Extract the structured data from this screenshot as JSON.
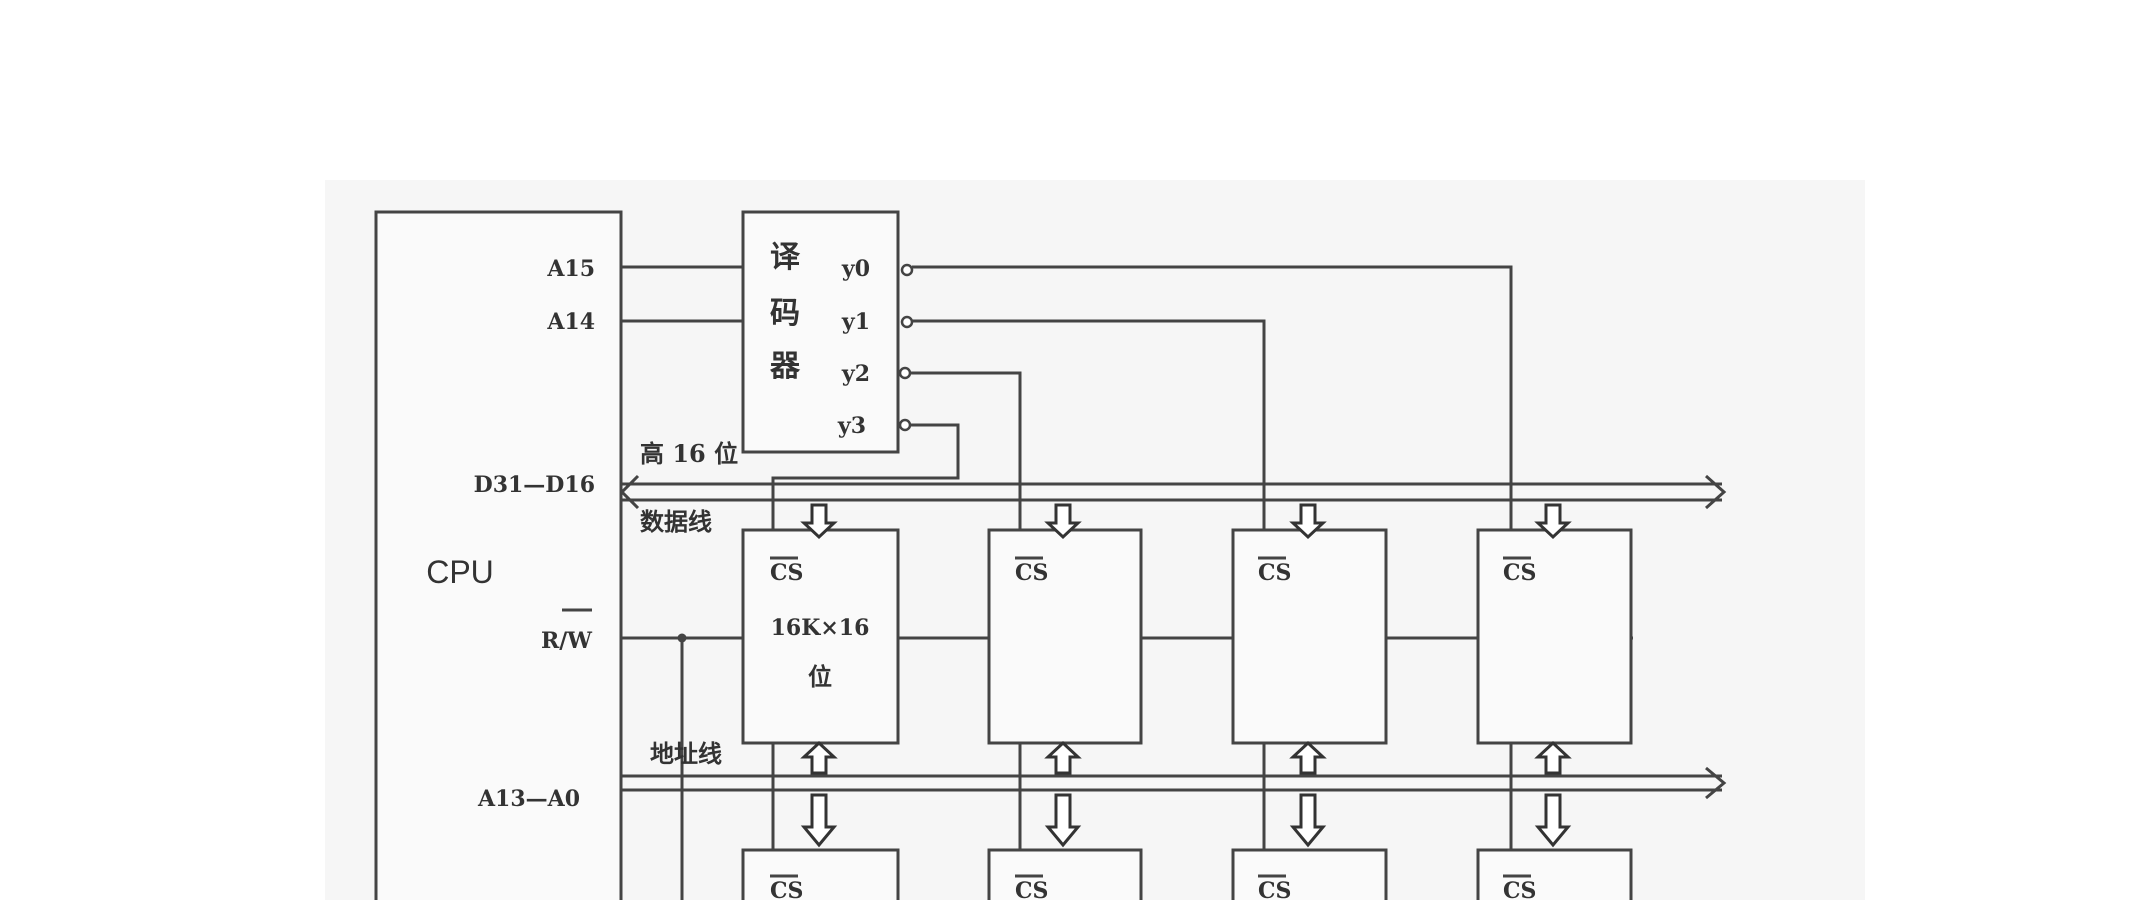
{
  "cpu": {
    "label": "CPU"
  },
  "cpu_pins": {
    "a15": "A15",
    "a14": "A14",
    "data_bus": "D31—D16",
    "rw": "R/W",
    "addr_bus": "A13—A0"
  },
  "decoder": {
    "chars": [
      "译",
      "码",
      "器"
    ],
    "outputs": [
      "y0",
      "y1",
      "y2",
      "y3"
    ]
  },
  "bus_labels": {
    "data_top": "高 16 位",
    "data_bottom": "数据线",
    "address": "地址线"
  },
  "memory_chips": {
    "cs_label": "CS",
    "size_label": "16K×16",
    "unit_label": "位"
  }
}
